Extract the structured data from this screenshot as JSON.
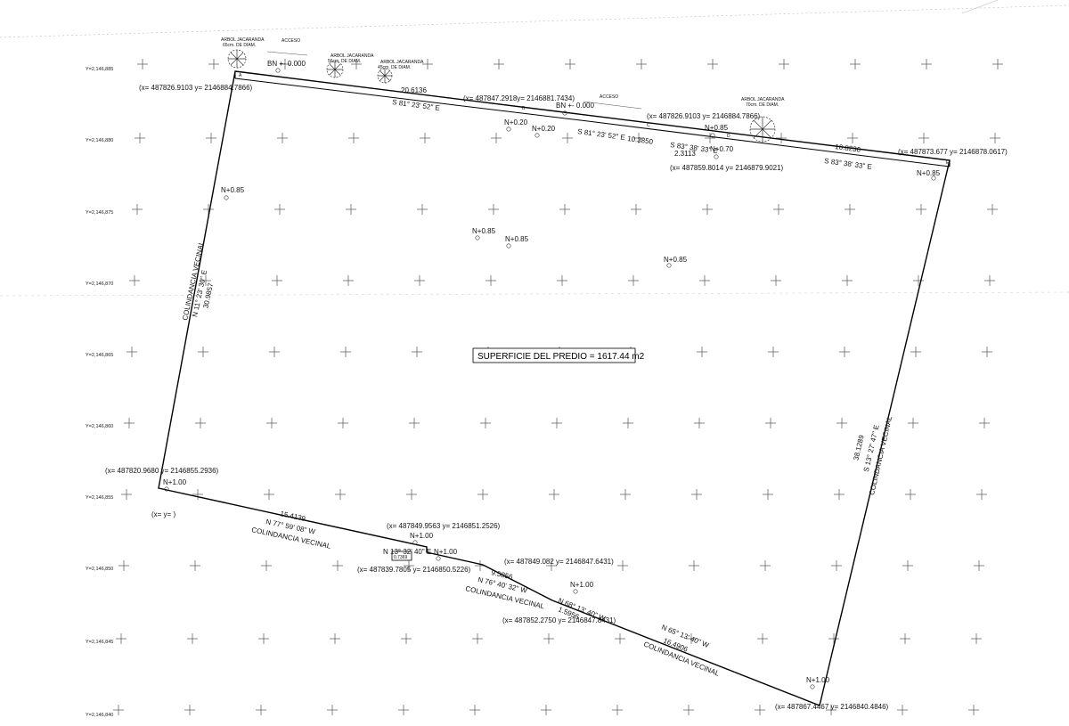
{
  "area_label": "SUPERFICIE DEL PREDIO = 1617.44 m2",
  "y_axis_labels": [
    "Y=2,146,885",
    "Y=2,146,880",
    "Y=2,146,875",
    "Y=2,146,870",
    "Y=2,146,865",
    "Y=2,146,860",
    "Y=2,146,855",
    "Y=2,146,850",
    "Y=2,146,845",
    "Y=2,146,840"
  ],
  "coordinates": {
    "nw": "(x= 487826.9103  y= 2146884.7866)",
    "mid_n": "(x= 487847.2918y= 2146881.7434)",
    "ne_inner": "(x= 487826.9103  y= 2146884.7866)",
    "ne_inner2": "(x= 487859.8014  y= 2146879.9021)",
    "ne": "(x= 487873.677  y= 2146878.0617)",
    "sw": "(x= 487820.9680  y= 2146855.2936)",
    "sw_blank": "(x=  y=  )",
    "s1": "(x= 487849.9563  y= 2146851.2526)",
    "s2": "(x= 487839.7805  y= 2146850.5226)",
    "s3": "(x= 487849.082  y= 2146847.6431)",
    "s4": "(x= 487852.2750  y= 2146847.8431)",
    "se": "(x= 487867.4467  y= 2146840.4846)"
  },
  "levels": {
    "bn1": "BN +- 0.000",
    "bn2": "BN +- 0.000",
    "n020a": "N+0.20",
    "n020b": "N+0.20",
    "n085_ne": "N+0.85",
    "n070": "N+0.70",
    "n085_ne2": "N+0.85",
    "n085_w": "N+0.85",
    "n085_c1": "N+0.85",
    "n085_c2": "N+0.85",
    "n085_c3": "N+0.85",
    "n100_sw": "N+1.00",
    "n100_s1": "N+1.00",
    "n100_s2": "N+1.00",
    "n100_s3": "N+1.00",
    "n100_se": "N+1.00"
  },
  "bearings": {
    "north_1": "S 81° 23' 52\" E",
    "north_1_len": "20.6136",
    "north_2": "S 81° 23' 52\" E",
    "north_2_len": "10.3850",
    "north_3": "S 83° 38' 33\" E",
    "north_3_len": "2.3113",
    "north_4": "S 83° 38' 33\" E",
    "north_4_len": "16.8236",
    "west": "N 11° 23' 30\" E",
    "west_len": "30.9857",
    "west_name": "COLINDANCIA VECINAL",
    "east": "S 13° 27' 47\" E",
    "east_len": "38.1289",
    "east_name": "COLINDANCIA VECINAL",
    "s_a": "N 77° 59' 08\" W",
    "s_a_len": "15.4139",
    "s_a_name": "COLINDANCIA VECINAL",
    "s_b": "N 13° 32' 40\" E",
    "s_b_len": "0.7369",
    "s_c": "N 76° 40' 32\" W",
    "s_c_len": "9.5856",
    "s_c_name": "COLINDANCIA VECINAL",
    "s_d": "N 68° 13' 40\" W",
    "s_d_len": "1.5956",
    "s_e": "N 65° 13' 40\" W",
    "s_e_len": "16.4906",
    "s_e_name": "COLINDANCIA VECINAL"
  },
  "access": [
    "ACCESO",
    "ACCESO"
  ],
  "trees": [
    {
      "name": "ARBOL JACARANDA",
      "size": "65cm. DE DIAM."
    },
    {
      "name": "ARBOL JACARANDA",
      "size": "56cm. DE DIAM."
    },
    {
      "name": "ARBOL JACARANDA",
      "size": "45cm. DE DIAM."
    },
    {
      "name": "ARBOL JACARANDA",
      "size": "70cm. DE DIAM."
    }
  ],
  "vertex_letters": [
    "A",
    "B",
    "C",
    "D",
    "E"
  ]
}
